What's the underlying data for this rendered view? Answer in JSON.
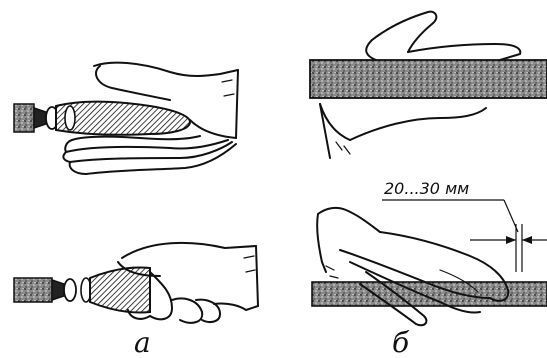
{
  "figure": {
    "label_a": "а",
    "label_b": "б",
    "dimension": "20...30 мм"
  },
  "colors": {
    "ink": "#111111",
    "background": "#ffffff"
  }
}
